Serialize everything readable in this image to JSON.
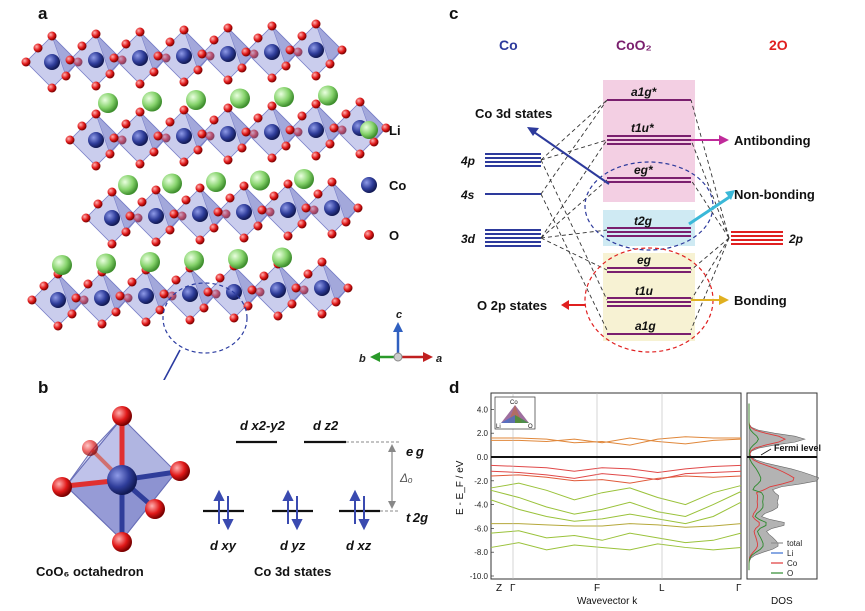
{
  "panels": {
    "a": "a",
    "b": "b",
    "c": "c",
    "d": "d"
  },
  "panel_a": {
    "legend": [
      {
        "label": "Li",
        "color": "#7fcf6a"
      },
      {
        "label": "Co",
        "color": "#2d3a8c"
      },
      {
        "label": "O",
        "color": "#d81e1e"
      }
    ],
    "axes": {
      "c": "c",
      "b": "b",
      "a": "a"
    }
  },
  "panel_b": {
    "caption_left": "CoO₆ octahedron",
    "caption_right": "Co 3d states",
    "eg": "e g",
    "t2g": "t 2g",
    "delta": "Δₒ",
    "orbitals_top": [
      "d x2-y2",
      "d z2"
    ],
    "orbitals_bottom": [
      "d xy",
      "d yz",
      "d xz"
    ]
  },
  "panel_c": {
    "headers": {
      "co": "Co",
      "coo2": "CoO₂",
      "o2": "2O"
    },
    "co_levels": [
      "4p",
      "4s",
      "3d"
    ],
    "o_level": "2p",
    "mo_levels": [
      "a1g*",
      "t1u*",
      "eg*",
      "t2g",
      "eg",
      "t1u",
      "a1g"
    ],
    "labels": {
      "co3d_states": "Co 3d states",
      "o2p_states": "O 2p states",
      "antibonding": "Antibonding",
      "nonbonding": "Non-bonding",
      "bonding": "Bonding"
    },
    "colors": {
      "co": "#2d3a9c",
      "coo2": "#7a1f6e",
      "o2": "#e02020"
    }
  },
  "panel_d": {
    "ylabel": "E - E_F / eV",
    "xlabel": "Wavevector k",
    "dos_label": "DOS",
    "fermi_label": "Fermi level",
    "yticks": [
      "4.0",
      "2.0",
      "0.0",
      "-2.0",
      "-4.0",
      "-6.0",
      "-8.0",
      "-10.0"
    ],
    "kpoints": [
      "Z",
      "Γ",
      "F",
      "L",
      "Γ"
    ],
    "triangle": {
      "top": "Co",
      "left": "Li",
      "right": "O"
    },
    "dos_legend": [
      {
        "label": "total",
        "color": "#909090"
      },
      {
        "label": "Li",
        "color": "#3a6fd0"
      },
      {
        "label": "Co",
        "color": "#e03a3a"
      },
      {
        "label": "O",
        "color": "#2e8a2e"
      }
    ]
  }
}
